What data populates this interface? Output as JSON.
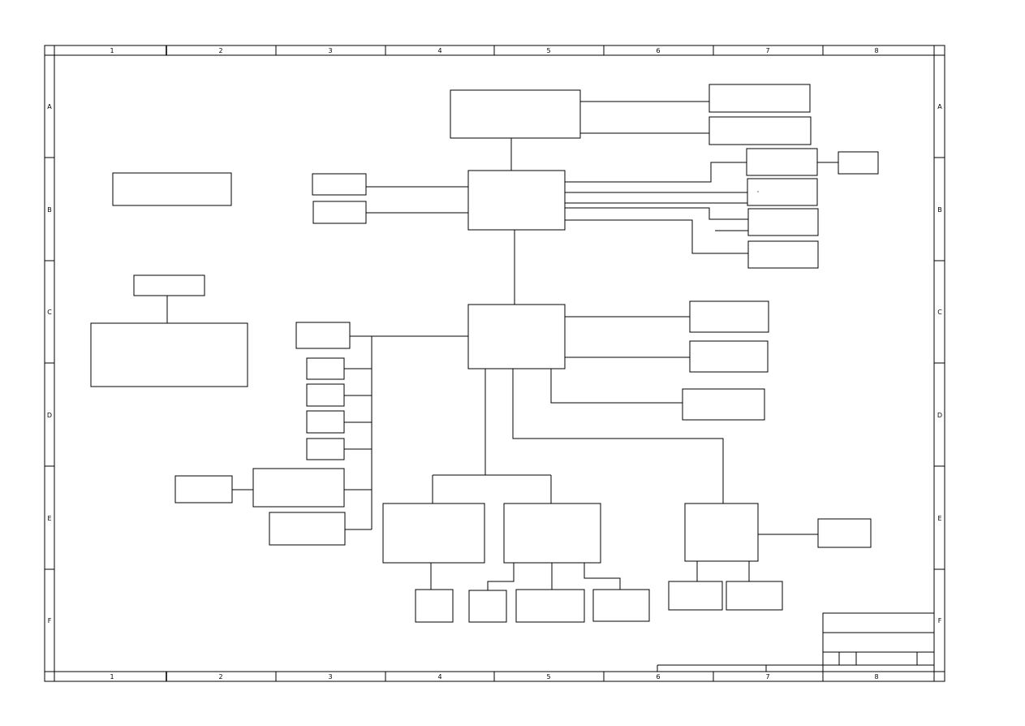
{
  "frame": {
    "column_labels": [
      "1",
      "2",
      "3",
      "4",
      "5",
      "6",
      "7",
      "8"
    ],
    "row_labels": [
      "A",
      "B",
      "C",
      "D",
      "E",
      "F"
    ]
  },
  "colors": {
    "line": "#000000",
    "background": "#ffffff"
  }
}
